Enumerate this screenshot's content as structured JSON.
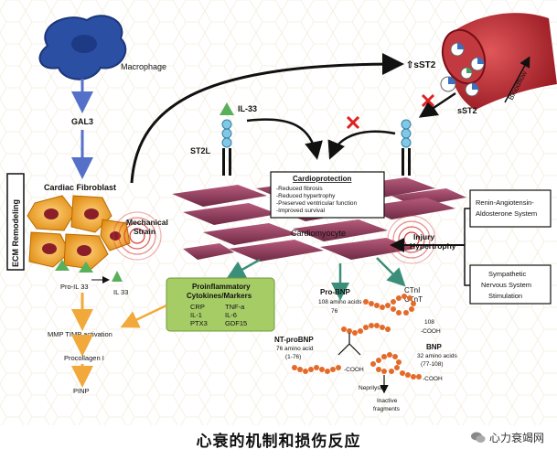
{
  "labels": {
    "macrophage": "Macrophage",
    "gal3": "GAL3",
    "cardiac_fibroblast": "Cardiac Fibroblast",
    "ecm_remodeling": "ECM Remodeling",
    "mechanical_strain_1": "Mechanical",
    "mechanical_strain_2": "Strain",
    "pro_il33": "Pro-IL 33",
    "il33_small": "IL 33",
    "il33": "IL-33",
    "st2l": "ST2L",
    "sst2_up": "⇧sST2",
    "sst2": "sST2",
    "bloodflow": "Bloodflow",
    "cardiomyocyte": "Cardiomyocyte",
    "raas_1": "Renin-Angiotensin-",
    "raas_2": "Aldosterone System",
    "sns_1": "Sympathetic",
    "sns_2": "Nervous System",
    "sns_3": "Stimulation",
    "injury_1": "Injury",
    "injury_2": "Hypertrophy",
    "mmp": "MMP TIMP activation",
    "procollagen": "Procollagen I",
    "pinp": "PINP",
    "ctni": "CTnI",
    "ctnt": "CTnT"
  },
  "cardioprotection": {
    "title": "Cardioprotection",
    "items": [
      "-Reduced fibrosis",
      "-Reduced hypertrophy",
      "-Preserved ventricular function",
      "-Improved survival"
    ]
  },
  "markers": {
    "title_1": "Proinflammatory",
    "title_2": "Cytokines/Markers",
    "col1": [
      "CRP",
      "IL-1",
      "PTX3"
    ],
    "col2": [
      "TNF-a",
      "IL-6",
      "GDF15"
    ]
  },
  "peptides": {
    "probnp": "Pro-BNP",
    "probnp_aa": "108 amino acids",
    "n76": "76",
    "ntprobnp": "NT-proBNP",
    "ntprobnp_aa": "76 amino acid",
    "ntprobnp_range": "(1-76)",
    "n108": "108",
    "cooh_top": "-COOH",
    "bnp": "BNP",
    "bnp_aa": "32 amino acids",
    "bnp_range": "(77-108)",
    "cooh_mid": "-COOH",
    "cooh_bnp": "-COOH",
    "neprilysin": "Neprilysin",
    "inactive_1": "Inactive",
    "inactive_2": "fragments"
  },
  "caption": "心衰的机制和损伤反应",
  "watermark": "心力衰竭网",
  "colors": {
    "macrophage": "#2b4fa3",
    "vessel": "#b3202a",
    "myocyte": "#8e3b5a",
    "fibroblast": "#f0a020",
    "arrow_blue": "#5570c8",
    "arrow_orange": "#f2a93b",
    "arrow_green": "#3b8f7a",
    "markers_box": "#9bc45a",
    "receptor": "#7fc8e8",
    "red_x": "#e02020"
  }
}
